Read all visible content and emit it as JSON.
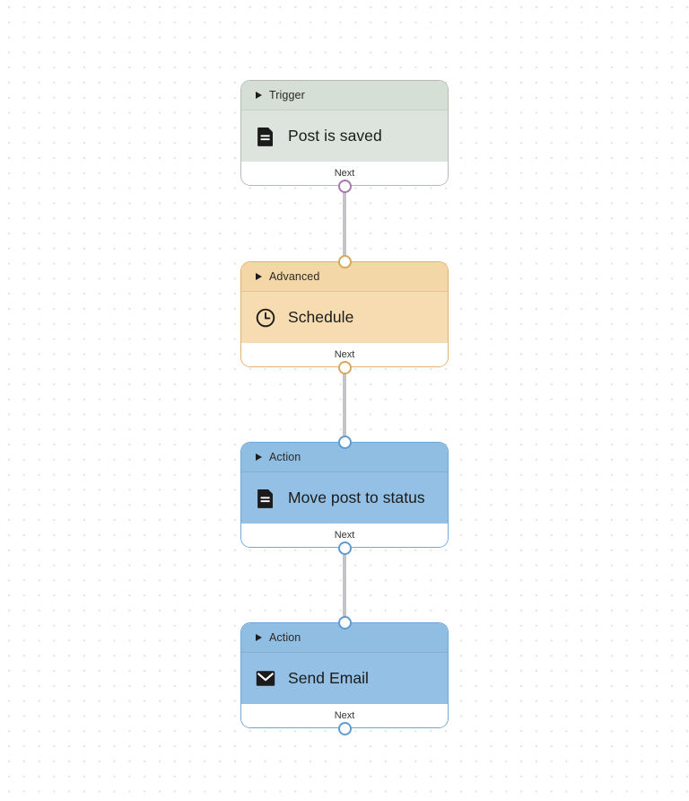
{
  "canvas": {
    "grid": "dotted",
    "background_color": "#ffffff",
    "dot_color": "#e6dede",
    "edge_color": "#c4c4c8"
  },
  "workflow": {
    "nodes": [
      {
        "id": "trigger-post-is-saved",
        "category_label": "Trigger",
        "title": "Post is saved",
        "icon": "document-icon",
        "footer_label": "Next",
        "accent_color": "#dde4dd",
        "header_color": "#d6dfd6",
        "border_color": "#b3bcb3",
        "out_port_color": "#a678ae",
        "has_in_port": false,
        "has_out_port": true
      },
      {
        "id": "advanced-schedule",
        "category_label": "Advanced",
        "title": "Schedule",
        "icon": "clock-icon",
        "footer_label": "Next",
        "accent_color": "#f6dcb0",
        "header_color": "#f3d7a6",
        "border_color": "#e2b36a",
        "in_port_color": "#d9a85e",
        "out_port_color": "#d9a85e",
        "has_in_port": true,
        "has_out_port": true
      },
      {
        "id": "action-move-post-to-status",
        "category_label": "Action",
        "title": "Move post to status",
        "icon": "document-icon",
        "footer_label": "Next",
        "accent_color": "#93c0e4",
        "header_color": "#90bde2",
        "border_color": "#6fa8d8",
        "in_port_color": "#5d9bd2",
        "out_port_color": "#5d9bd2",
        "has_in_port": true,
        "has_out_port": true
      },
      {
        "id": "action-send-email",
        "category_label": "Action",
        "title": "Send Email",
        "icon": "envelope-icon",
        "footer_label": "Next",
        "accent_color": "#93c0e4",
        "header_color": "#90bde2",
        "border_color": "#6fa8d8",
        "in_port_color": "#5d9bd2",
        "out_port_color": "#5d9bd2",
        "has_in_port": true,
        "has_out_port": true
      }
    ],
    "edges": [
      {
        "from": "trigger-post-is-saved",
        "to": "advanced-schedule"
      },
      {
        "from": "advanced-schedule",
        "to": "action-move-post-to-status"
      },
      {
        "from": "action-move-post-to-status",
        "to": "action-send-email"
      }
    ]
  }
}
